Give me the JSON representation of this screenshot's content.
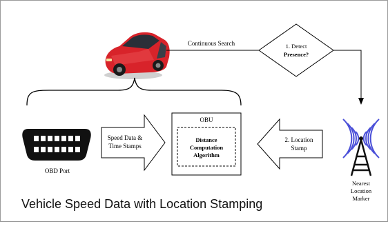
{
  "diagram": {
    "search_label": "Continuous Search",
    "decision": {
      "line1": "1. Detect",
      "line2": "Presence?"
    },
    "arrow_speed": {
      "line1": "Speed Data &",
      "line2": "Time Stamps"
    },
    "arrow_location": {
      "line1": "2. Location",
      "line2": "Stamp"
    },
    "obu": {
      "title": "OBU",
      "inner_line1": "Distance",
      "inner_line2": "Computation",
      "inner_line3": "Algorithm"
    },
    "obd_label": "OBD Port",
    "marker": {
      "line1": "Nearest",
      "line2": "Location",
      "line3": "Marker"
    },
    "caption": "Vehicle Speed Data with Location Stamping"
  },
  "colors": {
    "car_body": "#d8232a",
    "car_glass": "#2a2f38",
    "antenna_waves": "#4a4fd8",
    "tower": "#111111"
  },
  "icons": [
    "car-icon",
    "obd-port-icon",
    "radio-tower-icon"
  ]
}
